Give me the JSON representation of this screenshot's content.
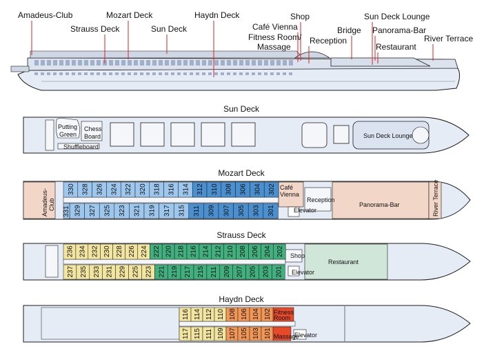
{
  "colors": {
    "hull_fill": "#e6ecf6",
    "hull_stroke": "#1a1a1a",
    "blue_cabin": "#4a8fd0",
    "green_cabin": "#3fb07e",
    "yellow_cabin": "#f2e5a0",
    "orange_cabin": "#f29655",
    "red_room": "#e64a2a",
    "blue_light": "#9ec7ee",
    "pink": "#f2d6c7",
    "callout_line": "#d4232a"
  },
  "callouts": [
    "Amadeus-Club",
    "Strauss Deck",
    "Mozart Deck",
    "Sun Deck",
    "Haydn Deck",
    "Shop",
    "Café Vienna",
    "Fitness Room/",
    "Massage",
    "Reception",
    "Bridge",
    "Sun Deck Lounge",
    "Panorama-Bar",
    "Restaurant",
    "River Terrace"
  ],
  "sun_deck": {
    "title": "Sun Deck",
    "labels": [
      "Putting",
      "Green",
      "Chess",
      "Board",
      "Shuffleboard",
      "Sun Deck Lounge"
    ]
  },
  "mozart_deck": {
    "title": "Mozart Deck",
    "top_row": [
      "330",
      "328",
      "326",
      "324",
      "322",
      "320",
      "318",
      "316",
      "314",
      "312",
      "310",
      "308",
      "306",
      "304",
      "302"
    ],
    "bottom_row": [
      "329",
      "327",
      "325",
      "323",
      "321",
      "319",
      "317",
      "315",
      "311",
      "309",
      "307",
      "305",
      "303",
      "301"
    ],
    "side_cabin": "331",
    "labels": [
      "Amadeus-",
      "Club",
      "Café",
      "Vienna",
      "Reception",
      "Elevator",
      "Panorama-Bar",
      "River Terrace"
    ]
  },
  "strauss_deck": {
    "title": "Strauss Deck",
    "top_row": [
      "236",
      "234",
      "232",
      "230",
      "228",
      "226",
      "224",
      "222",
      "220",
      "218",
      "216",
      "214",
      "212",
      "210",
      "208",
      "206",
      "204",
      "202"
    ],
    "bottom_row": [
      "237",
      "235",
      "233",
      "231",
      "229",
      "225",
      "223",
      "221",
      "219",
      "217",
      "215",
      "211",
      "209",
      "207",
      "205",
      "203",
      "201"
    ],
    "labels": [
      "Shop",
      "Restaurant",
      "Elevator"
    ]
  },
  "haydn_deck": {
    "title": "Haydn Deck",
    "top_row": [
      "116",
      "114",
      "112",
      "110",
      "108",
      "106",
      "104",
      "102"
    ],
    "bottom_row": [
      "117",
      "115",
      "111",
      "109",
      "107",
      "105",
      "103",
      "101"
    ],
    "labels": [
      "Fitness",
      "Room",
      "Massage",
      "Elevator"
    ]
  }
}
